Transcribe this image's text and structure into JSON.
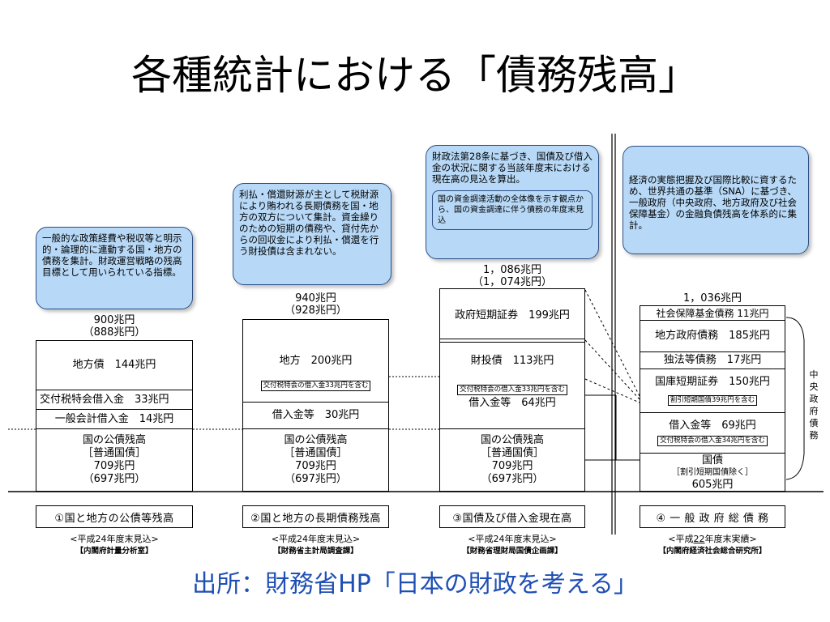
{
  "title": "各種統計における「債務残高」",
  "footer": "出所：財務省HP「日本の財政を考える」",
  "columns": [
    {
      "note": "一般的な政策経費や税収等と明示的・論理的に連動する国・地方の債務を集計。財政運営戦略の残高目標として用いられている指標。",
      "total": "900兆円",
      "total_sub": "（888兆円）",
      "segments": [
        "地方債　144兆円",
        "交付税特会借入金　33兆円",
        "一般会計借入金　14兆円"
      ],
      "base_lines": [
        "国の公債残高",
        "［普通国債］",
        "709兆円",
        "（697兆円）"
      ],
      "label": "①国と地方の公債等残高",
      "basis": "<平成24年度末見込>",
      "source": "【内閣府計量分析室】"
    },
    {
      "note": "利払・償還財源が主として税財源により賄われる長期債務を国・地方の双方について集計。資金繰りのための短期の債務や、貸付先からの回収金により利払・償還を行う財投債は含まれない。",
      "total": "940兆円",
      "total_sub": "（928兆円）",
      "seg1": "地方　200兆円",
      "mini": "交付税特会の借入金33兆円を含む",
      "seg2": "借入金等　30兆円",
      "base_lines": [
        "国の公債残高",
        "［普通国債］",
        "709兆円",
        "（697兆円）"
      ],
      "label": "②国と地方の長期債務残高",
      "basis": "<平成24年度末見込>",
      "source": "【財務省主計局調査課】"
    },
    {
      "note": "財政法第28条に基づき、国債及び借入金の状況に関する当該年度末における現在高の見込を算出。",
      "subnote": "国の資金調達活動の全体像を示す観点から、国の資金調達に伴う債務の年度末見込",
      "total": "1，086兆円",
      "total_sub": "（1，074兆円）",
      "seg1": "政府短期証券　199兆円",
      "seg2": "財投債　113兆円",
      "mini": "交付税特会の借入金33兆円を含む",
      "seg3": "借入金等　64兆円",
      "base_lines": [
        "国の公債残高",
        "［普通国債］",
        "709兆円",
        "（697兆円）"
      ],
      "label": "③国債及び借入金現在高",
      "basis": "<平成24年度末見込>",
      "source": "【財務省理財局国債企画課】"
    },
    {
      "note": "経済の実態把握及び国際比較に資するため、世界共通の基準（SNA）に基づき、一般政府（中央政府、地方政府及び社会保障基金）の金融負債残高を体系的に集計。",
      "total": "1，036兆円",
      "seg1": "社会保障基金債務 11兆円",
      "seg2": "地方政府債務　185兆円",
      "seg3": "独法等債務　17兆円",
      "seg4": "国庫短期証券　150兆円",
      "mini1": "割引短期国債39兆円を含む",
      "seg5": "借入金等　69兆円",
      "mini2": "交付税特会の借入金34兆円を含む",
      "base_lines": [
        "国債",
        "［割引短期国債除く］",
        "605兆円"
      ],
      "side_label": [
        "中",
        "央",
        "政",
        "府",
        "債",
        "務"
      ],
      "label": "④ 一 般 政 府 総 債 務",
      "basis_pre": "<平成",
      "basis_year": "22",
      "basis_post": "年度末実績>",
      "source": "【内閣府経済社会総合研究所】"
    }
  ]
}
